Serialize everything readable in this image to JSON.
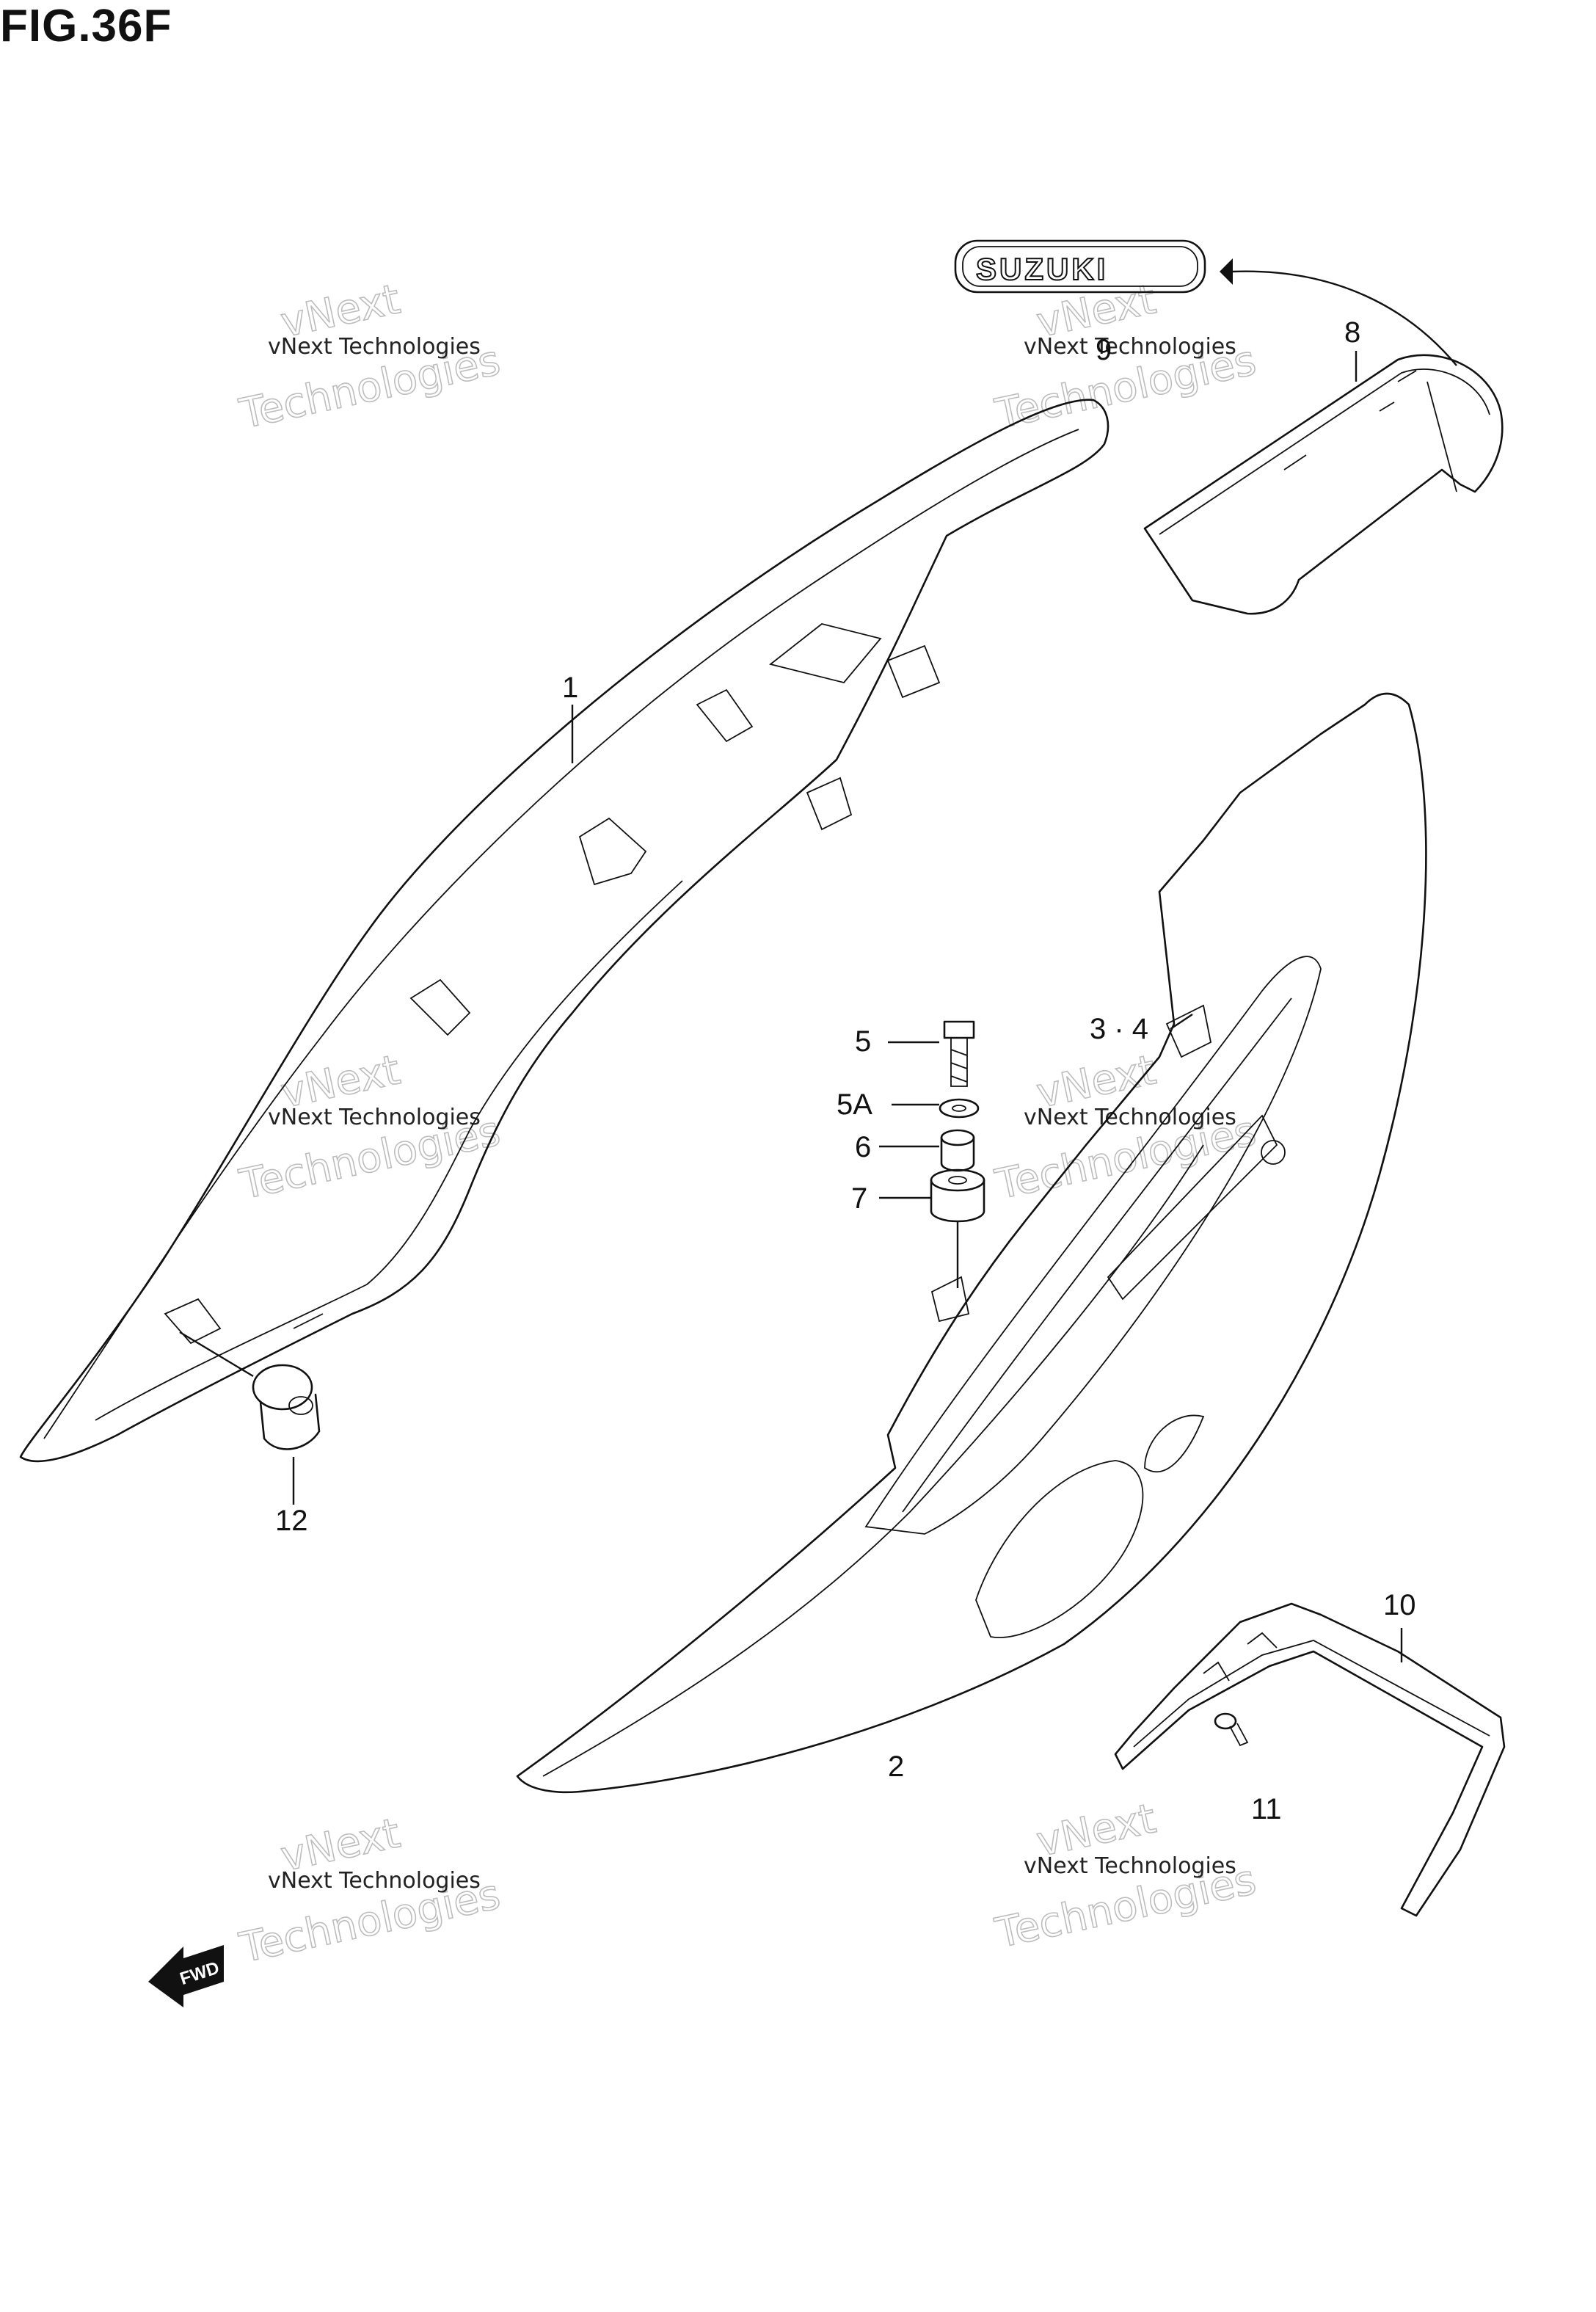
{
  "figure": {
    "title": "FIG.36F"
  },
  "callouts": [
    {
      "id": "1",
      "label": "1"
    },
    {
      "id": "2",
      "label": "2"
    },
    {
      "id": "3-4",
      "label": "3 · 4"
    },
    {
      "id": "5",
      "label": "5"
    },
    {
      "id": "5A",
      "label": "5A"
    },
    {
      "id": "6",
      "label": "6"
    },
    {
      "id": "7",
      "label": "7"
    },
    {
      "id": "8",
      "label": "8"
    },
    {
      "id": "9",
      "label": "9"
    },
    {
      "id": "10",
      "label": "10"
    },
    {
      "id": "11",
      "label": "11"
    },
    {
      "id": "12",
      "label": "12"
    }
  ],
  "logo": {
    "text": "SUZUKI"
  },
  "direction_arrow": {
    "text": "FWD"
  },
  "watermark": {
    "line1": "vNext",
    "line2": "vNext Technologies",
    "line3": "Technologies"
  },
  "colors": {
    "ink": "#111111",
    "watermark": "#bdbdbd",
    "background": "#ffffff"
  }
}
